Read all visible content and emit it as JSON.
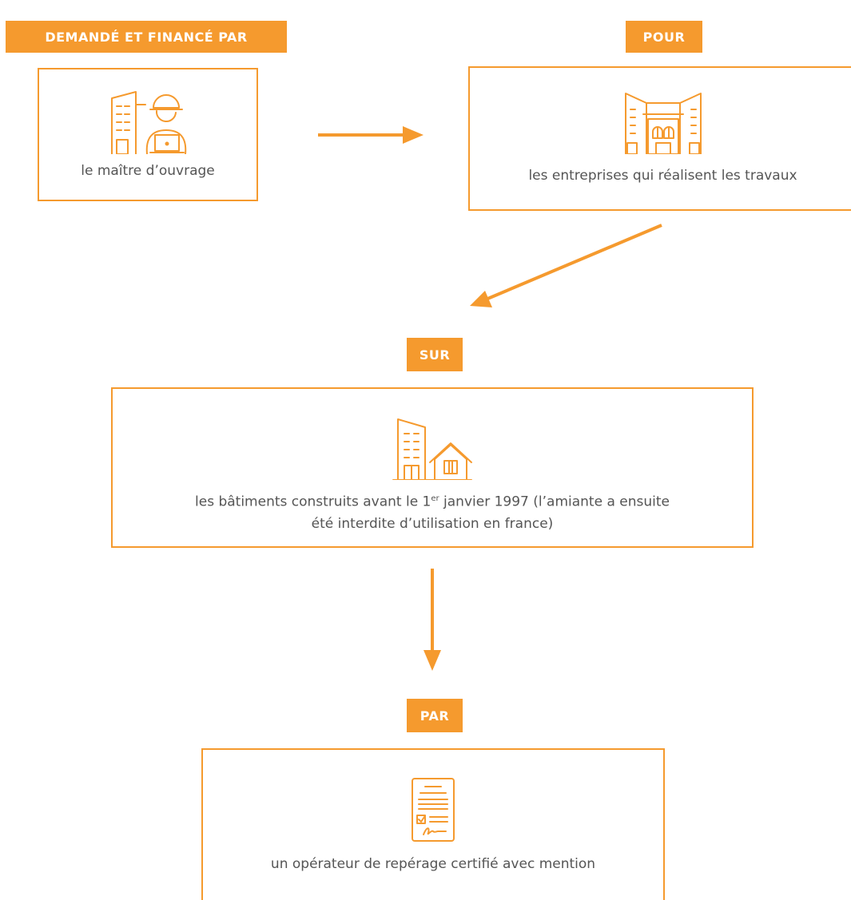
{
  "accent_color": "#f59a2e",
  "text_color": "#555555",
  "tags": {
    "requested_by": "DEMANDÉ ET FINANCÉ PAR",
    "for": "POUR",
    "on": "SUR",
    "by": "PAR"
  },
  "boxes": {
    "client": {
      "label": "le maître d’ouvrage",
      "icon": "engineer-laptop-icon"
    },
    "companies": {
      "label": "les entreprises qui réalisent les travaux",
      "icon": "company-building-icon"
    },
    "buildings": {
      "label_before": "les bâtiments construits avant le 1",
      "label_sup": "er",
      "label_after": " janvier 1997 (l’amiante a ensuite",
      "label_line2": "été interdite d’utilisation en france)",
      "icon": "buildings-house-icon"
    },
    "operator": {
      "label": "un opérateur de repérage certifié avec mention",
      "icon": "certificate-document-icon"
    }
  }
}
